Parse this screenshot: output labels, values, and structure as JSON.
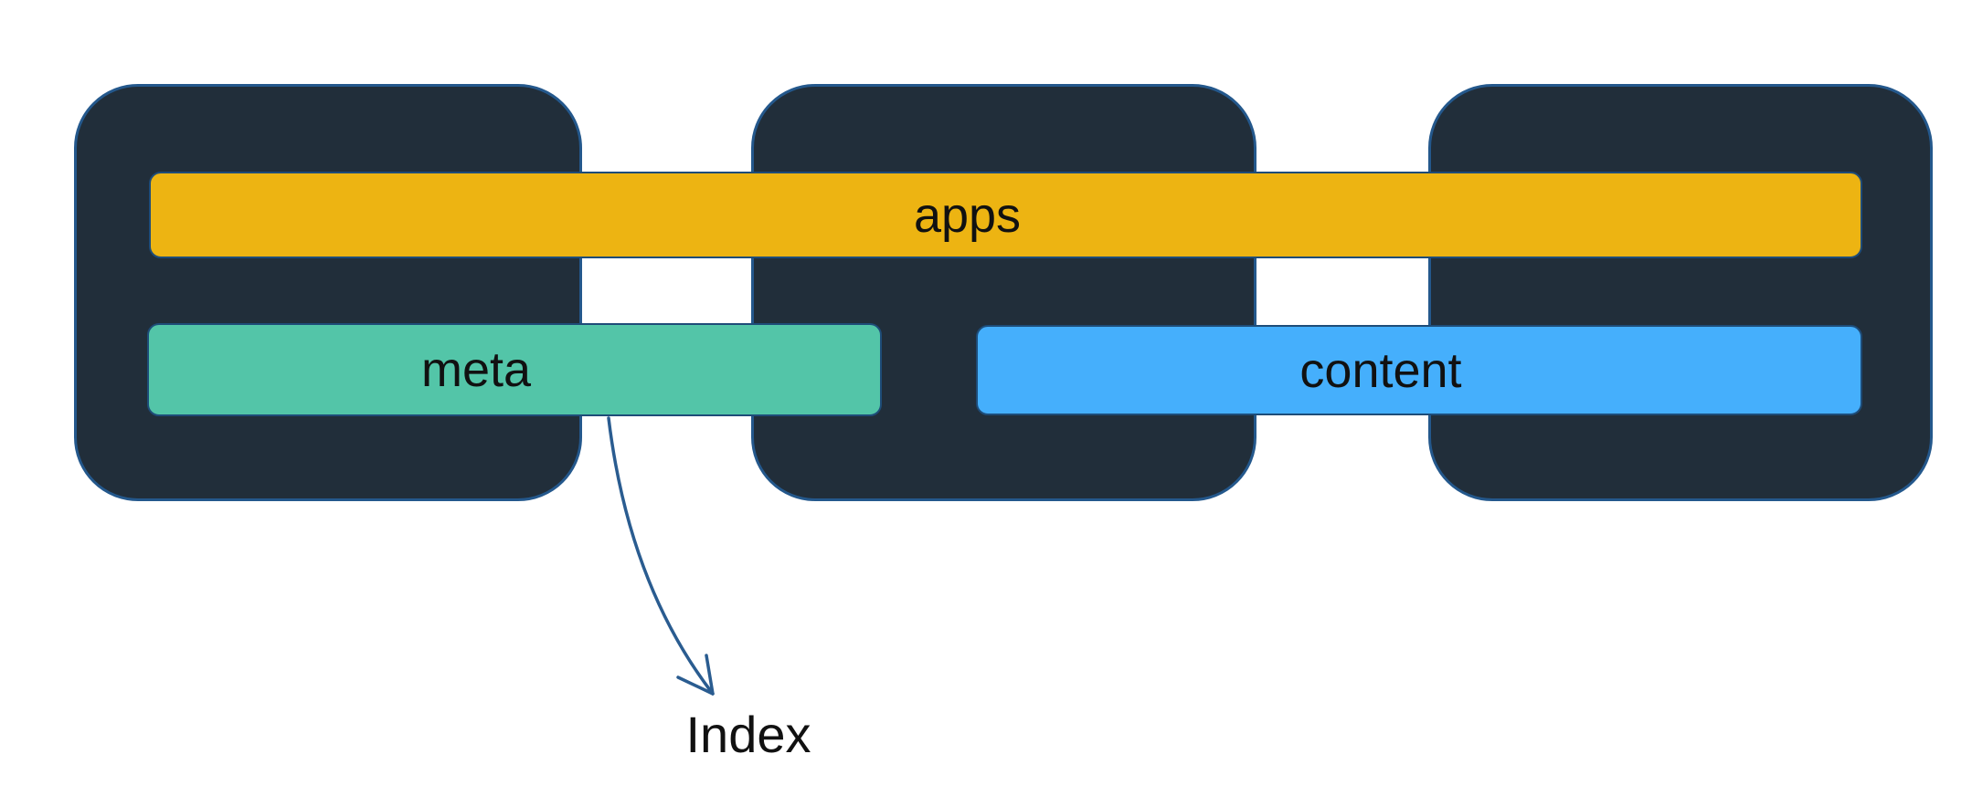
{
  "diagram": {
    "blocks": [
      {
        "name": "left-block"
      },
      {
        "name": "middle-block"
      },
      {
        "name": "right-block"
      }
    ],
    "bars": [
      {
        "id": "apps",
        "label": "apps",
        "color": "#EDB412"
      },
      {
        "id": "meta",
        "label": "meta",
        "color": "#53C5A8"
      },
      {
        "id": "content",
        "label": "content",
        "color": "#45AFFC"
      }
    ],
    "annotation": {
      "label": "Index",
      "arrow_color": "#2A5C90",
      "arrow_from": "meta",
      "arrow_to": "Index"
    },
    "colors": {
      "background": "#FFFFFF",
      "block_fill": "#212E3A",
      "block_stroke": "#24588C",
      "bar_stroke": "#1E4C78",
      "label_text": "#111111"
    }
  }
}
